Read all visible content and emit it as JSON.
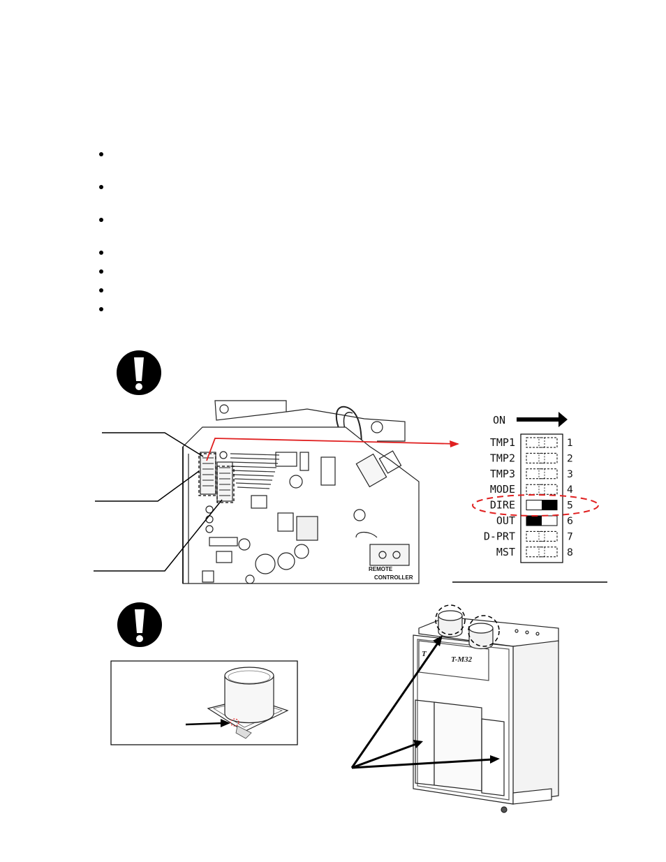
{
  "dip_switch": {
    "on_label": "ON",
    "rows": [
      {
        "label": "TMP1",
        "num": "1",
        "state": "neutral"
      },
      {
        "label": "TMP2",
        "num": "2",
        "state": "neutral"
      },
      {
        "label": "TMP3",
        "num": "3",
        "state": "neutral"
      },
      {
        "label": "MODE",
        "num": "4",
        "state": "neutral"
      },
      {
        "label": "DIRE",
        "num": "5",
        "state": "on"
      },
      {
        "label": "OUT",
        "num": "6",
        "state": "off"
      },
      {
        "label": "D-PRT",
        "num": "7",
        "state": "neutral"
      },
      {
        "label": "MST",
        "num": "8",
        "state": "neutral"
      }
    ]
  },
  "board": {
    "connector_label_line1": "REMOTE",
    "connector_label_line2": "CONTROLLER"
  },
  "unit": {
    "brand": "T",
    "model": "T-M32"
  },
  "colors": {
    "highlight": "#e02020",
    "ink": "#000000"
  },
  "icons": [
    "caution-exclamation-icon",
    "caution-exclamation-icon"
  ]
}
